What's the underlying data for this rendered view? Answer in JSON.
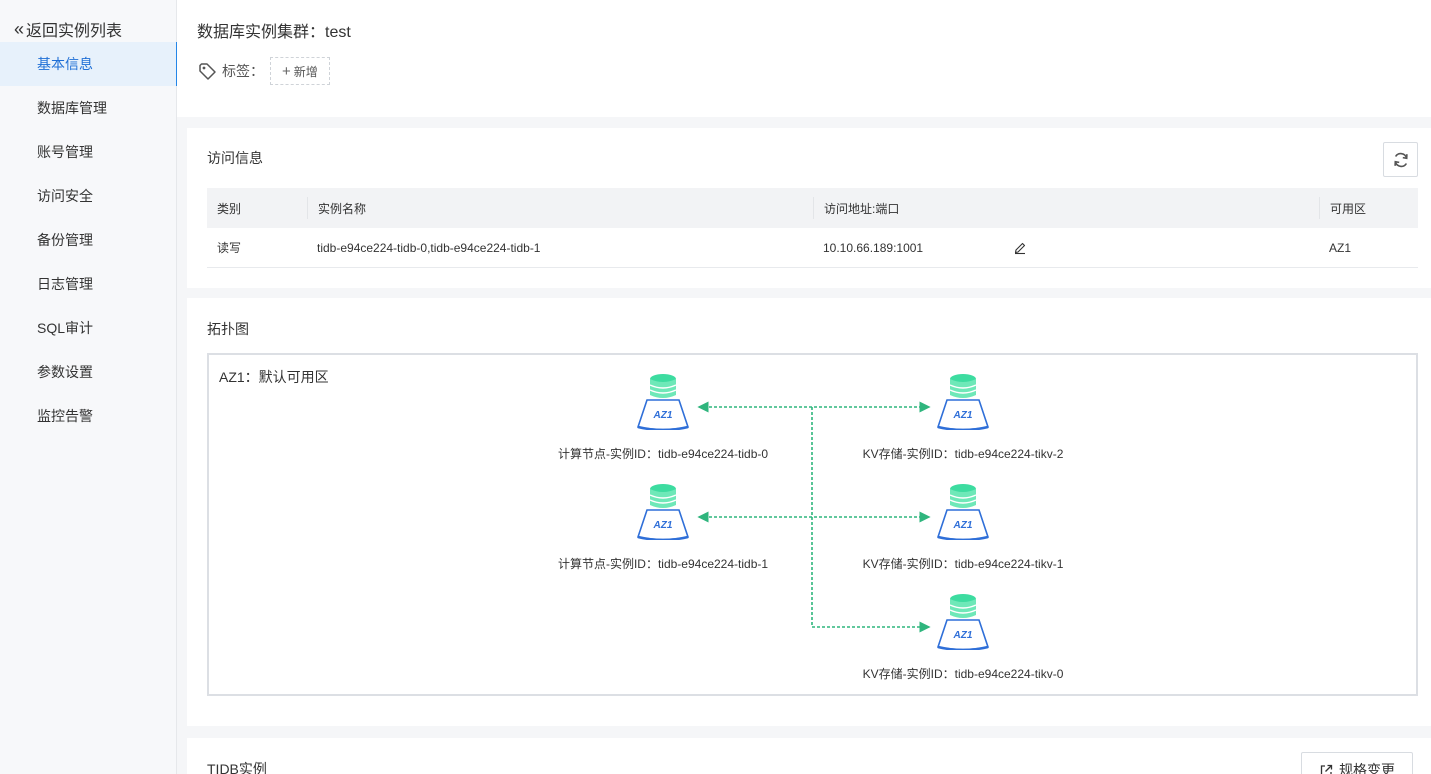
{
  "sidebar": {
    "back_label": "返回实例列表",
    "items": [
      {
        "label": "基本信息",
        "active": true
      },
      {
        "label": "数据库管理"
      },
      {
        "label": "账号管理"
      },
      {
        "label": "访问安全"
      },
      {
        "label": "备份管理"
      },
      {
        "label": "日志管理"
      },
      {
        "label": "SQL审计"
      },
      {
        "label": "参数设置"
      },
      {
        "label": "监控告警"
      }
    ]
  },
  "header": {
    "title": "数据库实例集群：test",
    "tag_label": "标签：",
    "add_tag_label": "新增"
  },
  "access": {
    "title": "访问信息",
    "columns": [
      "类别",
      "实例名称",
      "访问地址:端口",
      "可用区"
    ],
    "rows": [
      {
        "category": "读写",
        "instance_name": "tidb-e94ce224-tidb-0,tidb-e94ce224-tidb-1",
        "address": "10.10.66.189:1001",
        "zone": "AZ1"
      }
    ]
  },
  "topology": {
    "title": "拓扑图",
    "az_label": "AZ1：默认可用区",
    "node_badge": "AZ1",
    "compute_nodes": [
      {
        "label": "计算节点-实例ID：tidb-e94ce224-tidb-0"
      },
      {
        "label": "计算节点-实例ID：tidb-e94ce224-tidb-1"
      }
    ],
    "kv_nodes": [
      {
        "label": "KV存储-实例ID：tidb-e94ce224-tikv-2"
      },
      {
        "label": "KV存储-实例ID：tidb-e94ce224-tikv-1"
      },
      {
        "label": "KV存储-实例ID：tidb-e94ce224-tikv-0"
      }
    ]
  },
  "tidb_section": {
    "title": "TIDB实例",
    "spec_button": "规格变更"
  },
  "colors": {
    "accent": "#1f6fd6",
    "link_line": "#2fb57d",
    "node_green": "#3ddca0",
    "node_blue": "#2f6fd8"
  }
}
